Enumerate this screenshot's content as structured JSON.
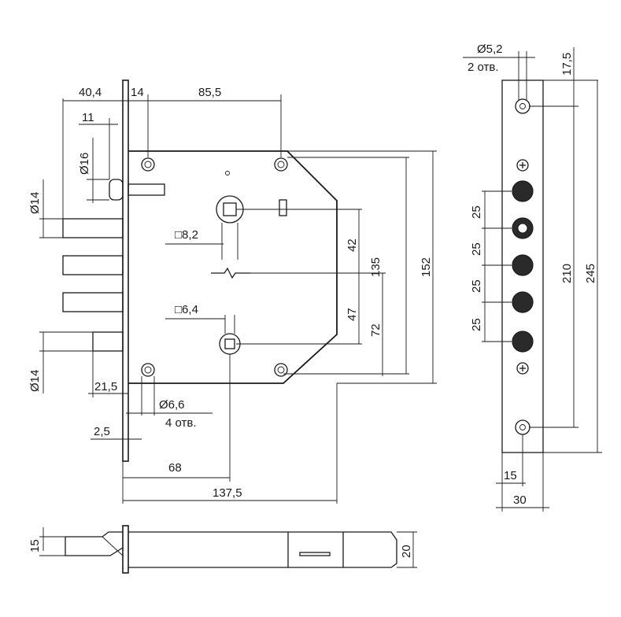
{
  "diagram": {
    "labels": {
      "d_40_4": "40,4",
      "d_14_top": "14",
      "d_85_5": "85,5",
      "d_11": "11",
      "d_dia16": "Ø16",
      "d_dia14_top": "Ø14",
      "d_sq8_2": "□8,2",
      "d_42": "42",
      "d_135": "135",
      "d_152": "152",
      "d_47": "47",
      "d_72": "72",
      "d_sq6_4": "□6,4",
      "d_dia14_bottom": "Ø14",
      "d_21_5": "21,5",
      "d_dia6_6": "Ø6,6",
      "d_4_holes": "4 отв.",
      "d_2_5": "2,5",
      "d_68": "68",
      "d_137_5": "137,5",
      "d_15_side": "15",
      "d_20_side": "20",
      "d_dia5_2": "Ø5,2",
      "d_2_holes": "2 отв.",
      "d_17_5": "17,5",
      "d_25_a": "25",
      "d_25_b": "25",
      "d_25_c": "25",
      "d_25_d": "25",
      "d_210": "210",
      "d_245": "245",
      "d_15_plate": "15",
      "d_30_plate": "30"
    }
  }
}
